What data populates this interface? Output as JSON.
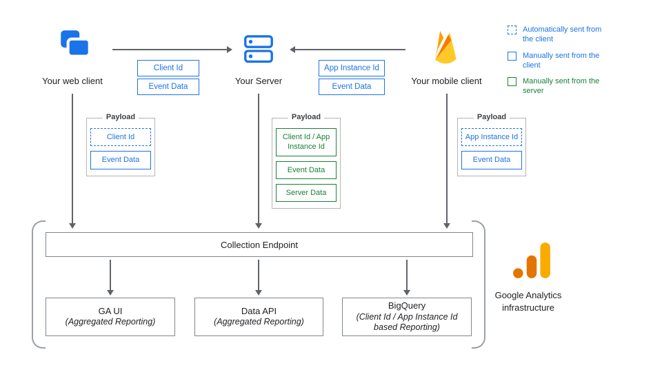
{
  "colors": {
    "blue": "#1a73e8",
    "green": "#188038",
    "arrow_gray": "#5f6368",
    "box_border_gray": "#80868b",
    "ga_amber": "#F9AB00",
    "ga_orange": "#E37400",
    "firebase_amber": "#FFCA28",
    "firebase_orange": "#FFA000",
    "firebase_deep_orange": "#F57C00"
  },
  "nodes": {
    "web_client": {
      "label": "Your web client"
    },
    "server": {
      "label": "Your Server"
    },
    "mobile_client": {
      "label": "Your mobile client"
    }
  },
  "edge_labels": {
    "web_to_server": [
      "Client Id",
      "Event Data"
    ],
    "mobile_to_server": [
      "App Instance Id",
      "Event Data"
    ]
  },
  "legend": [
    {
      "style": "dashed-blue",
      "label": "Automatically sent from the client"
    },
    {
      "style": "solid-blue",
      "label": "Manually sent from the client"
    },
    {
      "style": "green",
      "label": "Manually sent from the server"
    }
  ],
  "payloads": {
    "web": {
      "title": "Payload",
      "items": [
        "Client Id",
        "Event Data"
      ]
    },
    "server": {
      "title": "Payload",
      "items": [
        "Client Id / App Instance Id",
        "Event Data",
        "Server Data"
      ]
    },
    "mobile": {
      "title": "Payload",
      "items": [
        "App Instance Id",
        "Event Data"
      ]
    }
  },
  "infrastructure": {
    "endpoint_label": "Collection Endpoint",
    "outputs": [
      {
        "title": "GA UI",
        "subtitle": "(Aggregated Reporting)"
      },
      {
        "title": "Data API",
        "subtitle": "(Aggregated Reporting)"
      },
      {
        "title": "BigQuery",
        "subtitle": "(Client Id / App Instance Id based Reporting)"
      }
    ],
    "brand_label": "Google Analytics infrastructure"
  }
}
